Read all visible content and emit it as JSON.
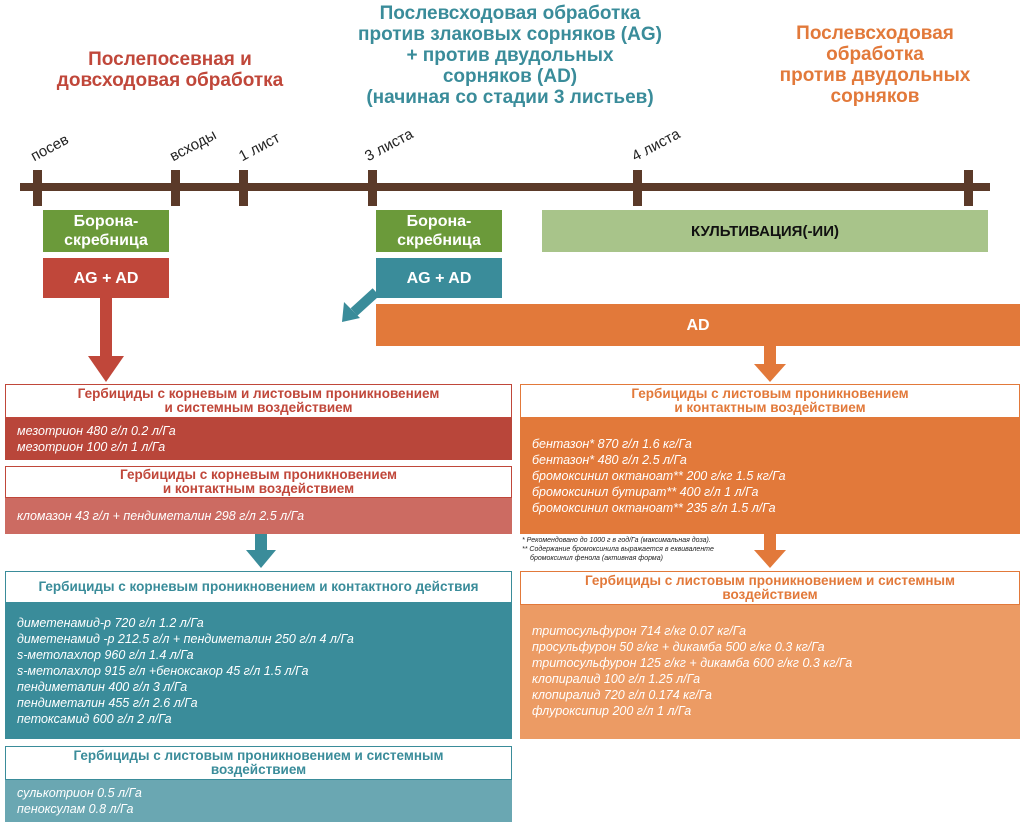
{
  "headers": {
    "left": "Послепосевная и\nдовсходовая обработка",
    "center": "Послевсходовая обработка\nпротив злаковых сорняков (AG)\n+ против двудольных\nсорняков (AD)\n(начиная со стадии 3 листьев)",
    "right": "Послевсходовая\nобработка\nпротив двудольных\nсорняков"
  },
  "stages": [
    "посев",
    "всходы",
    "1 лист",
    "3 листа",
    "4 листа"
  ],
  "boxes": {
    "harrow_1": "Борона-\nскребница",
    "harrow_2": "Борона-\nскребница",
    "cultivation": "КУЛЬТИВАЦИЯ(-ИИ)",
    "ag_ad_1": "AG + AD",
    "ag_ad_2": "AG + AD",
    "ad": "AD"
  },
  "groups": {
    "root_leaf_systemic": {
      "title": "Гербициды с корневым и листовым проникновением\nи системным воздействием",
      "items": [
        "мезотрион 480 г/л  0.2 л/Га",
        "мезотрион 100 г/л  1 л/Га"
      ]
    },
    "root_contact": {
      "title": "Гербициды с корневым проникновением\nи контактным воздействием",
      "items": [
        "кломазон 43 г/л + пендиметалин 298 г/л  2.5 л/Га"
      ]
    },
    "root_contact_action": {
      "title": "Гербициды с корневым проникновением и контактного действия",
      "items": [
        "диметенамид-р 720 г/л  1.2 л/Га",
        "диметенамид -р 212.5 г/л + пендиметалин 250 г/л  4 л/Га",
        "s-метолахлор 960 г/л  1.4 л/Га",
        "s-метолахлор 915 г/л +беноксакор 45 г/л 1.5 л/Га",
        "пендиметалин 400 г/л  3 л/Га",
        "пендиметалин 455 г/л  2.6 л/Га",
        "петоксамид 600 г/л  2 л/Га"
      ]
    },
    "leaf_systemic_left": {
      "title": "Гербициды с листовым проникновением и системным\nвоздействием",
      "items": [
        "сулькотрион  0.5 л/Га",
        "пеноксулам  0.8 л/Га"
      ]
    },
    "leaf_contact": {
      "title": "Гербициды с листовым проникновением\nи контактным воздействием",
      "items": [
        "бентазон* 870 г/л  1.6 кг/Га",
        "бентазон* 480 г/л  2.5 л/Га",
        "бромоксинил  октаноат** 200 г/кг 1.5 кг/Га",
        "бромоксинил бутират** 400 г/л  1 л/Га",
        "бромоксинил октаноат** 235 г/л  1.5 л/Га"
      ]
    },
    "leaf_systemic_right": {
      "title": "Гербициды с листовым проникновением и системным\nвоздействием",
      "items": [
        "тритосульфурон 714 г/кг  0.07 кг/Га",
        "просульфурон 50 г/кг + дикамба 500 г/кг  0.3 кг/Га",
        "тритосульфурон 125 г/кг + дикамба 600 г/кг  0.3 кг/Га",
        "клопиралид 100 г/л 1.25 л/Га",
        "клопиралид 720 г/л  0.174 кг/Га",
        "флуроксипир 200 г/л  1 л/Га"
      ]
    }
  },
  "footnotes": [
    "*  Рекомендовано до 1000 г в год/Га (максимальная доза).",
    "** Содержание бромоксинила выражается в еквиваленте",
    "    бромоксинил фенола (активная форма)"
  ],
  "colors": {
    "red": "#c0473a",
    "teal": "#3a8c9a",
    "orange": "#e2793a",
    "green": "#6b9a3a",
    "light_green": "#a8c48a",
    "brown": "#5b3a29"
  }
}
